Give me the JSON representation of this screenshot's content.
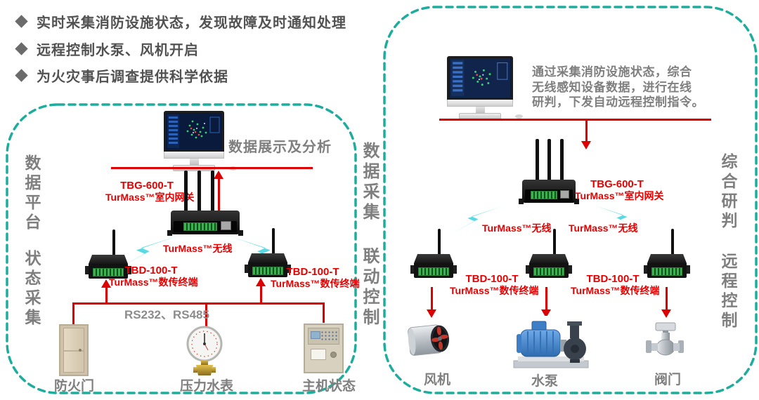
{
  "colors": {
    "teal": "#1ead9d",
    "red_line": "#dc0000",
    "red_text": "#e60000",
    "cyan": "#35cfe0",
    "gray_label": "#7f7f7f",
    "bullet_text": "#525252"
  },
  "bullets": [
    "实时采集消防设施状态，发现故障及时通知处理",
    "远程控制水泵、风机开启",
    "为火灾事后调查提供科学依据"
  ],
  "middle_labels": {
    "top": "数据采集",
    "bottom": "联动控制"
  },
  "left_panel": {
    "side_label_top": "数据平台",
    "side_label_bottom": "状态采集",
    "monitor_caption": "数据展示及分析",
    "gateway_model": "TBG-600-T",
    "gateway_name": "TurMass™室内网关",
    "wireless_label": "TurMass™无线",
    "terminal_left_model": "TBD-100-T",
    "terminal_left_name": "TurMass™数传终端",
    "terminal_right_model": "TBD-100-T",
    "terminal_right_name": "TurMass™数传终端",
    "bus_label": "RS232、RS485",
    "device_door": "防火门",
    "device_gauge": "压力水表",
    "device_host": "主机状态"
  },
  "right_panel": {
    "side_label_top": "综合研判",
    "side_label_bottom": "远程控制",
    "description_lines": [
      "通过采集消防设施状态，综合",
      "无线感知设备数据，进行在线",
      "研判，下发自动远程控制指令。"
    ],
    "gateway_model": "TBG-600-T",
    "gateway_name": "TurMass™室内网关",
    "wireless_label_left": "TurMass™无线",
    "wireless_label_right": "TurMass™无线",
    "terminal1_model": "TBD-100-T",
    "terminal1_name": "TurMass™数传终端",
    "terminal2_model": "TBD-100-T",
    "terminal2_name": "TurMass™数传终端",
    "device_fan": "风机",
    "device_pump": "水泵",
    "device_valve": "阀门"
  }
}
